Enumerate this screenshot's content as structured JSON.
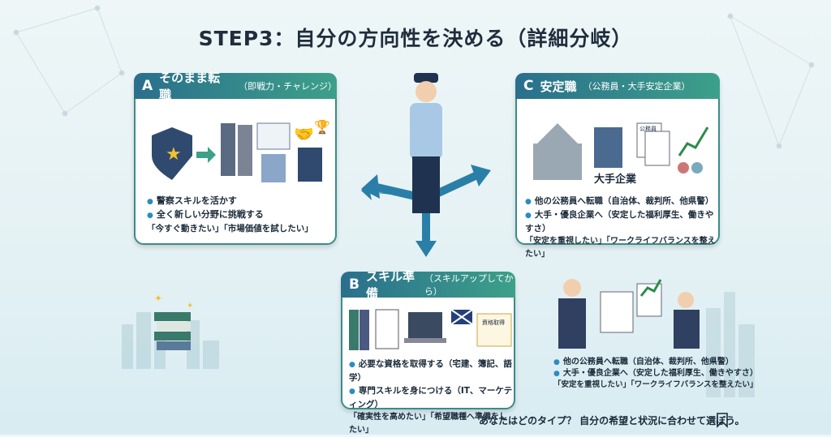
{
  "title": "STEP3：自分の方向性を決める（詳細分岐）",
  "cards": {
    "a": {
      "letter": "A",
      "title": "そのまま転職",
      "subtitle": "（即戦力・チャレンジ）",
      "bullets": [
        "警察スキルを活かす",
        "全く新しい分野に挑戦する"
      ],
      "quote": "「今すぐ動きたい」「市場価値を試したい」"
    },
    "c": {
      "letter": "C",
      "title": "安定職",
      "subtitle": "（公務員・大手安定企業）",
      "image_label": "大手企業",
      "doc_label": "公務員",
      "bullets": [
        "他の公務員へ転職（自治体、裁判所、他県警）",
        "大手・優良企業へ（安定した福利厚生、働きやすさ）"
      ],
      "quote": "「安定を重視したい」「ワークライフバランスを整えたい」"
    },
    "b": {
      "letter": "B",
      "title": "スキル準備",
      "subtitle": "（スキルアップしてから）",
      "cert_label": "資格取得",
      "bullets": [
        "必要な資格を取得する（宅建、簿記、語学）",
        "専門スキルを身につける（IT、マーケティング）"
      ],
      "quote": "「確実性を高めたい」「希望職種へ準備をしたい」"
    }
  },
  "scene": {
    "bullets": [
      "他の公務員へ転職（自治体、裁判所、他県警）",
      "大手・優良企業へ（安定した福利厚生、働きやすさ）"
    ],
    "quote": "「安定を重視したい」「ワークライフバランスを整えたい」"
  },
  "footer": "あなたはどのタイプ？ 自分の希望と状況に合わせて選ぼう。",
  "colors": {
    "header_start": "#2a6f8c",
    "header_end": "#3da08a",
    "arrow": "#2a7fa8",
    "bullet": "#2a8cbf"
  }
}
